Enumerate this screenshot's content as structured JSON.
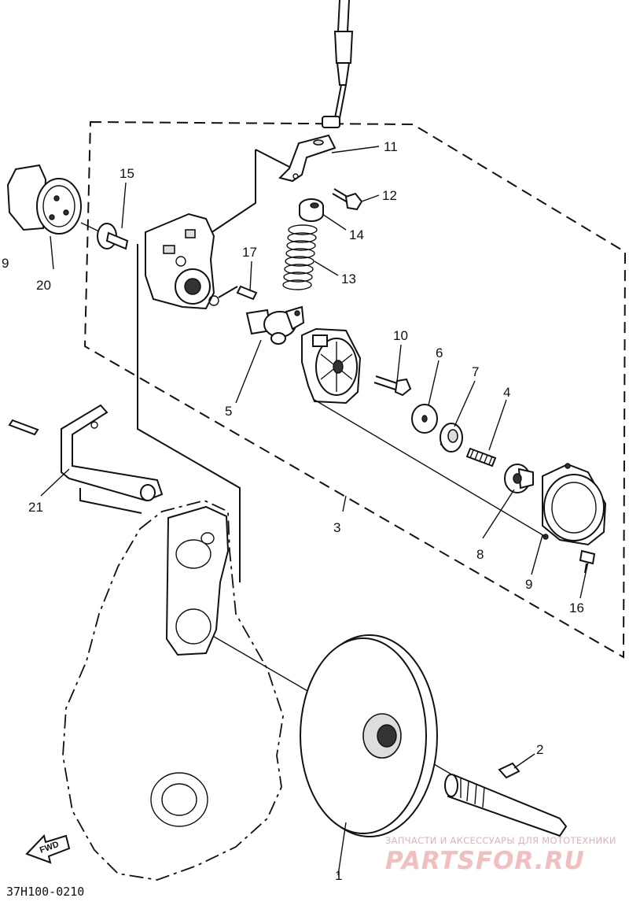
{
  "diagram_code": "37H100-0210",
  "fwd_label": "FWD",
  "edge_label": "9",
  "watermark": {
    "caption": "ЗАПЧАСТИ И АКСЕССУАРЫ ДЛЯ МОТОТЕХНИКИ",
    "brand": "PARTSFOR.RU"
  },
  "callouts": {
    "p1": "1",
    "p2": "2",
    "p3": "3",
    "p4": "4",
    "p5": "5",
    "p6": "6",
    "p7": "7",
    "p8": "8",
    "p9": "9",
    "p10": "10",
    "p11": "11",
    "p12": "12",
    "p13": "13",
    "p14": "14",
    "p15": "15",
    "p16": "16",
    "p17": "17",
    "p20": "20",
    "p21": "21"
  }
}
